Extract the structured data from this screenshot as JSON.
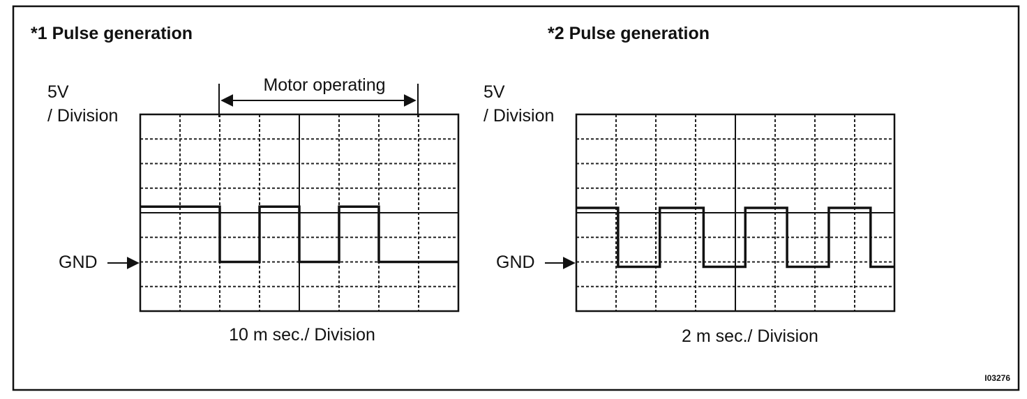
{
  "ref_code": "I03276",
  "panels": [
    {
      "id": "pulse1",
      "title": "*1 Pulse generation",
      "voltage_label_1": "5V",
      "voltage_label_2": "/ Division",
      "gnd_label": "GND",
      "time_label": "10 m sec./ Division",
      "annotation": "Motor operating",
      "grid": {
        "columns": 8,
        "rows": 8
      },
      "waveform": {
        "high_div": 4.25,
        "low_div": 2.0,
        "edges_div": [
          0,
          2,
          3,
          4,
          5,
          6,
          7
        ],
        "start_level": "high"
      }
    },
    {
      "id": "pulse2",
      "title": "*2 Pulse generation",
      "voltage_label_1": "5V",
      "voltage_label_2": "/ Division",
      "gnd_label": "GND",
      "time_label": "2 m sec./ Division",
      "grid": {
        "columns": 8,
        "rows": 8
      },
      "waveform": {
        "high_div": 4.2,
        "low_div": 1.8,
        "edges_div": [
          0,
          1.05,
          2.1,
          3.2,
          4.25,
          5.3,
          6.35,
          7.4,
          8
        ],
        "start_level": "high"
      }
    }
  ]
}
